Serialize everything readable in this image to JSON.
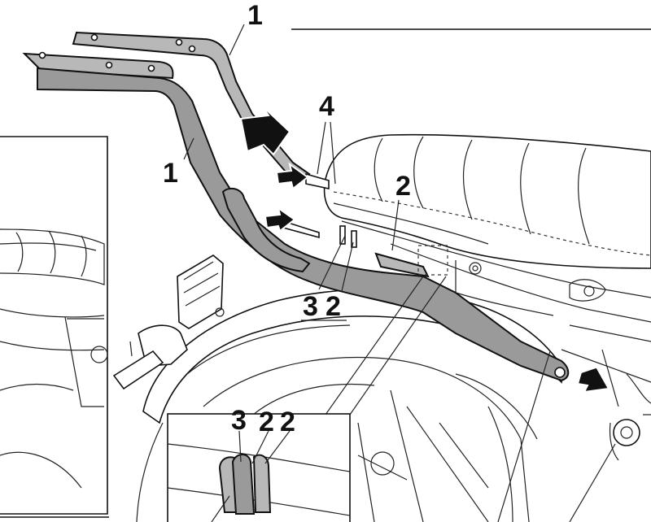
{
  "callouts": {
    "rack_top": "1",
    "rack_left": "1",
    "bolt": "4",
    "spacer": "2",
    "washer_label_a": "3",
    "washer_label_b": "2",
    "inset_a": "3",
    "inset_b": "2",
    "inset_c": "2"
  }
}
